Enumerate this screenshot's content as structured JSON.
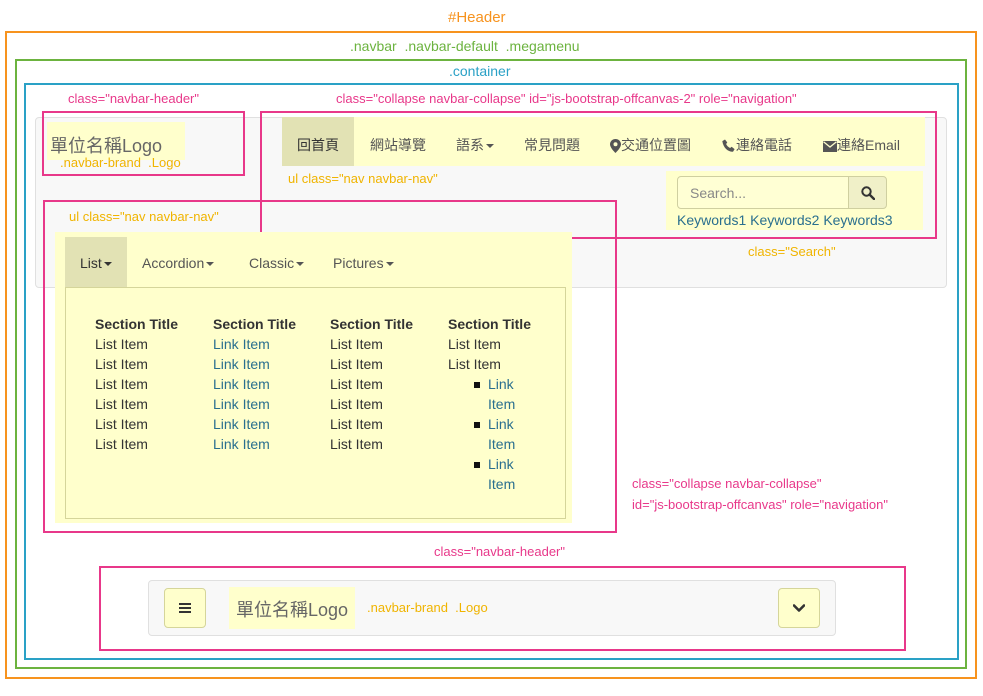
{
  "labels": {
    "header": "#Header",
    "navbar": ".navbar  .navbar-default  .megamenu",
    "container": ".container",
    "navbar_header": "class=\"navbar-header\"",
    "collapse2": "class=\"collapse navbar-collapse\" id=\"js-bootstrap-offcanvas-2\" role=\"navigation\"",
    "ul_nav_top": "ul class=\"nav navbar-nav\"",
    "ul_nav_mega": "ul class=\"nav navbar-nav\"",
    "search_class": "class=\"Search\"",
    "collapse1_line1": "class=\"collapse navbar-collapse\"",
    "collapse1_line2": "id=\"js-bootstrap-offcanvas\" role=\"navigation\"",
    "navbar_header_bottom": "class=\"navbar-header\"",
    "brand_note": ".navbar-brand  .Logo",
    "brand_note_bottom": ".navbar-brand  .Logo"
  },
  "brand": {
    "text": "單位名稱Logo"
  },
  "top_nav": [
    "回首頁",
    "網站導覽",
    "語系",
    "常見問題",
    "交通位置圖",
    "連絡電話",
    "連絡Email"
  ],
  "search": {
    "placeholder": "Search...",
    "keywords": [
      "Keywords1",
      "Keywords2",
      "Keywords3"
    ]
  },
  "mega_nav": [
    "List",
    "Accordion",
    "Classic",
    "Pictures"
  ],
  "megamenu": {
    "columns": [
      {
        "title": "Section Title",
        "items": [
          "List Item",
          "List Item",
          "List Item",
          "List Item",
          "List Item",
          "List Item"
        ]
      },
      {
        "title": "Section Title",
        "items": [
          "Link Item",
          "Link Item",
          "Link Item",
          "Link Item",
          "Link Item",
          "Link Item"
        ]
      },
      {
        "title": "Section Title",
        "items": [
          "List Item",
          "List Item",
          "List Item",
          "List Item",
          "List Item",
          "List Item"
        ]
      },
      {
        "title": "Section Title",
        "items": [
          "List Item",
          "List Item"
        ],
        "bullets": [
          "Link",
          "Item",
          "Link",
          "Item",
          "Link",
          "Item"
        ]
      }
    ]
  },
  "mobile": {
    "brand": "單位名稱Logo"
  },
  "colors": {
    "orange": "#f7931e",
    "green": "#6cb33f",
    "blue": "#2aa1c6",
    "pink": "#e8388a",
    "highlight": "#ffffcc"
  }
}
